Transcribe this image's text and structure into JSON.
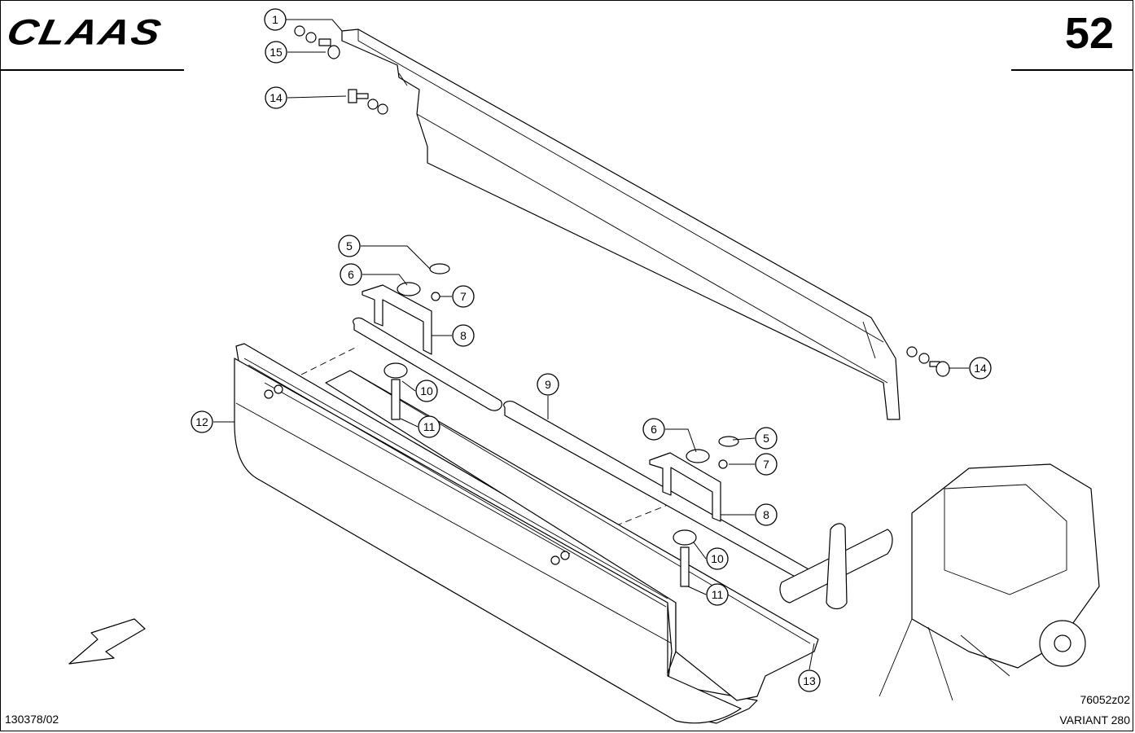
{
  "header": {
    "brand": "CLAAS",
    "page_number": "52"
  },
  "footer": {
    "doc_id": "130378/02",
    "image_id": "76052z02",
    "model": "VARIANT 280"
  },
  "callouts": [
    "1",
    "15",
    "14",
    "5",
    "6",
    "7",
    "8",
    "9",
    "10",
    "11",
    "12",
    "6",
    "5",
    "7",
    "8",
    "10",
    "11",
    "14",
    "13"
  ]
}
